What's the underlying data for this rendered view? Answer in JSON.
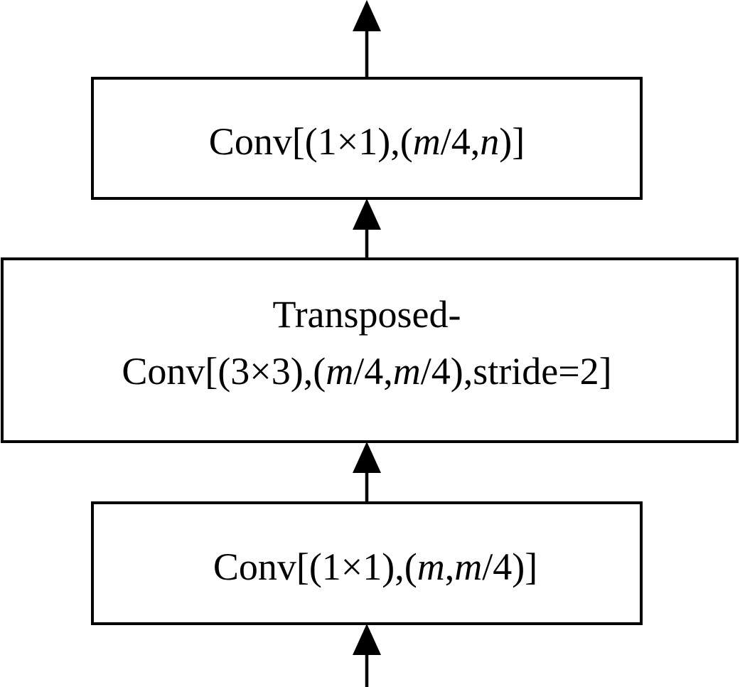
{
  "diagram": {
    "top_block": {
      "parts": [
        {
          "text": "Conv[(1×1),(",
          "italic": false
        },
        {
          "text": "m",
          "italic": true
        },
        {
          "text": "/4,",
          "italic": false
        },
        {
          "text": "n",
          "italic": true
        },
        {
          "text": ")]",
          "italic": false
        }
      ]
    },
    "middle_block": {
      "line1": {
        "parts": [
          {
            "text": "Transposed-",
            "italic": false
          }
        ]
      },
      "line2": {
        "parts": [
          {
            "text": "Conv[(3×3),(",
            "italic": false
          },
          {
            "text": "m",
            "italic": true
          },
          {
            "text": "/4,",
            "italic": false
          },
          {
            "text": "m",
            "italic": true
          },
          {
            "text": "/4),stride=2]",
            "italic": false
          }
        ]
      }
    },
    "bottom_block": {
      "parts": [
        {
          "text": "Conv[(1×1),(",
          "italic": false
        },
        {
          "text": "m",
          "italic": true
        },
        {
          "text": ",",
          "italic": false
        },
        {
          "text": "m",
          "italic": true
        },
        {
          "text": "/4)]",
          "italic": false
        }
      ]
    }
  }
}
